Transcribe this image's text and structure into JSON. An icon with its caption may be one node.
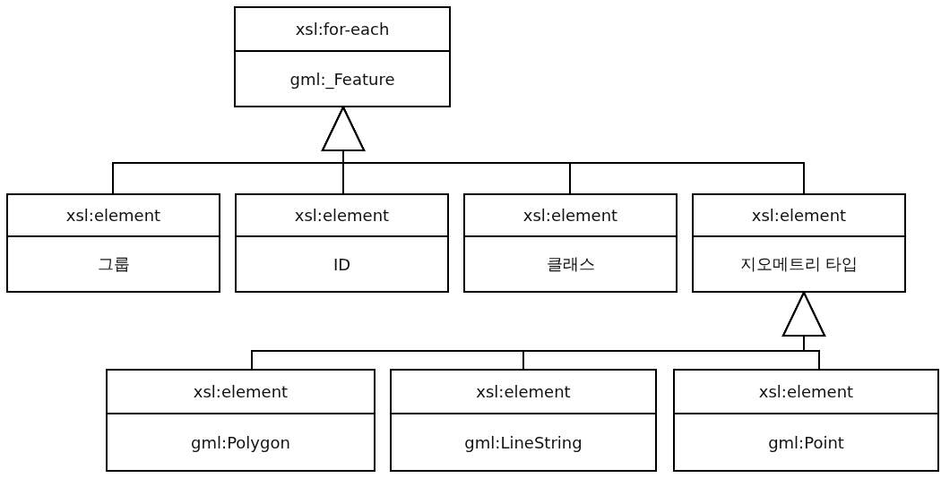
{
  "diagram": {
    "nodes": [
      {
        "text": [
          "xsl:for-each",
          "gml:_Feature"
        ]
      },
      {
        "text": [
          "xsl:element",
          "그룹"
        ]
      },
      {
        "text": [
          "xsl:element",
          "ID"
        ]
      },
      {
        "text": [
          "xsl:element",
          "클래스"
        ]
      },
      {
        "text": [
          "xsl:element",
          "지오메트리 타입"
        ]
      },
      {
        "text": [
          "xsl:element",
          "gml:Polygon"
        ]
      },
      {
        "text": [
          "xsl:element",
          "gml:LineString"
        ]
      },
      {
        "text": [
          "xsl:element",
          "gml:Point"
        ]
      }
    ],
    "edges": [
      {
        "from": 1,
        "to": 0,
        "arrow": "to"
      },
      {
        "from": 2,
        "to": 0,
        "arrow": "to"
      },
      {
        "from": 3,
        "to": 0,
        "arrow": "to"
      },
      {
        "from": 4,
        "to": 0,
        "arrow": "to"
      },
      {
        "from": 5,
        "to": 4,
        "arrow": "to"
      },
      {
        "from": 6,
        "to": 4,
        "arrow": "to"
      },
      {
        "from": 7,
        "to": 4,
        "arrow": "to"
      }
    ]
  }
}
